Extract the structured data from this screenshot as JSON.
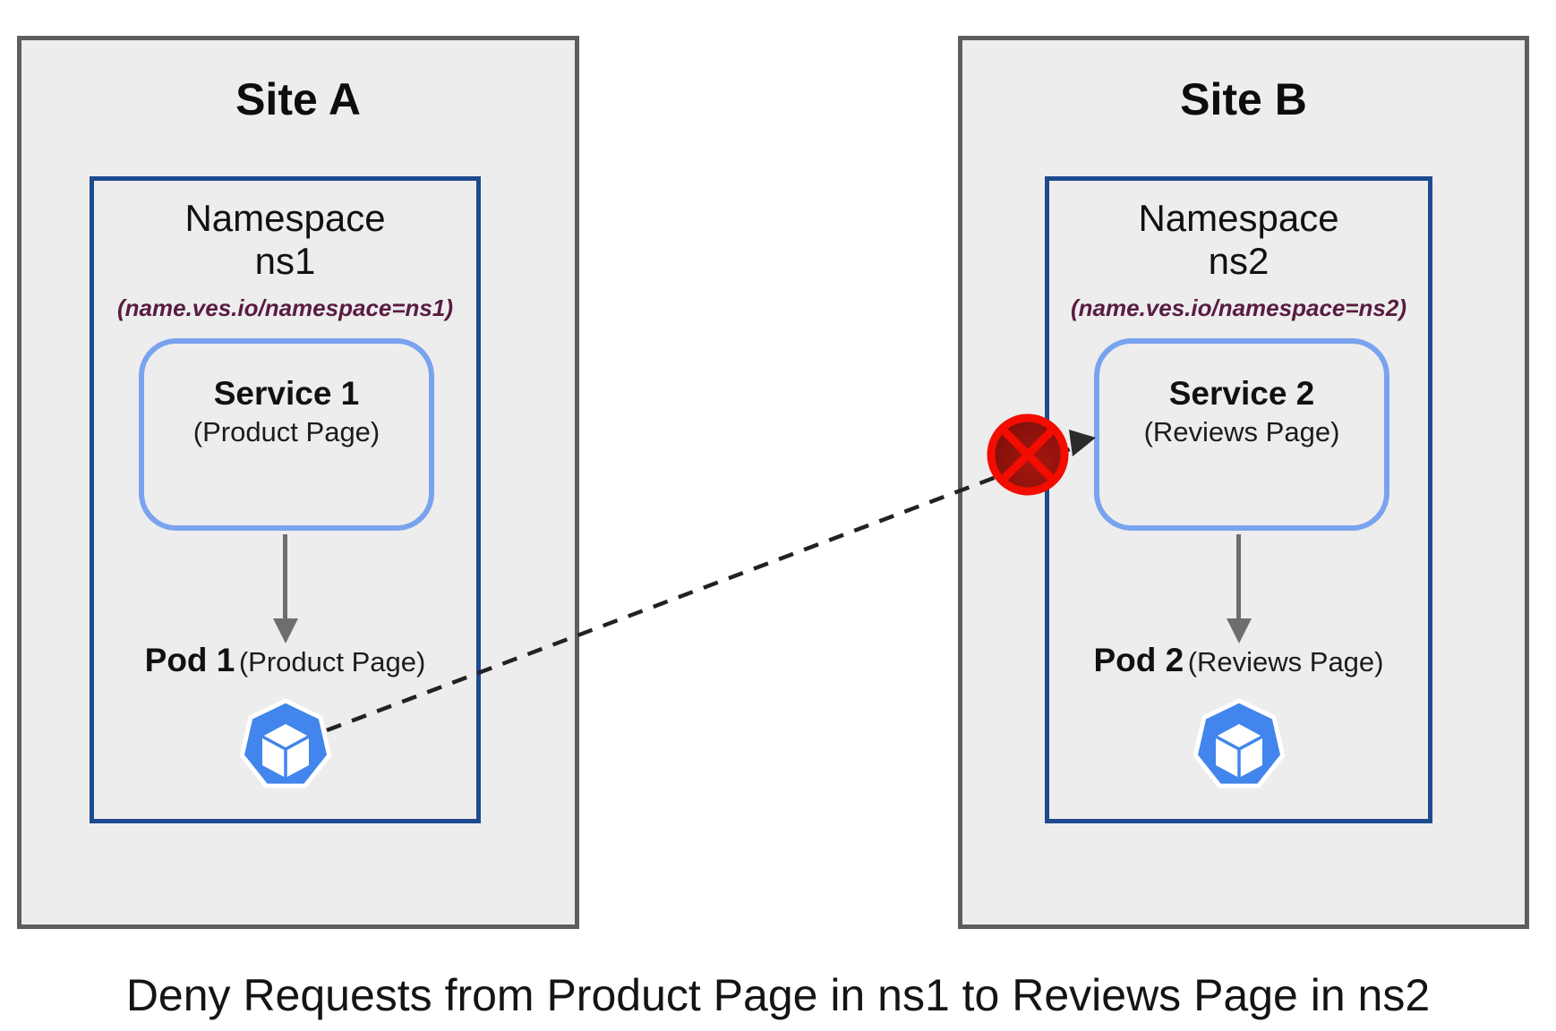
{
  "diagram": {
    "caption": "Deny Requests from Product Page in ns1 to Reviews Page in ns2",
    "sites": [
      {
        "title": "Site A",
        "namespace": {
          "name": "Namespace",
          "id": "ns1",
          "label": "(name.ves.io/namespace=ns1)"
        },
        "service": {
          "name": "Service 1",
          "subtitle": "(Product Page)"
        },
        "pod": {
          "name": "Pod 1",
          "subtitle": "(Product Page)"
        }
      },
      {
        "title": "Site B",
        "namespace": {
          "name": "Namespace",
          "id": "ns2",
          "label": "(name.ves.io/namespace=ns2)"
        },
        "service": {
          "name": "Service 2",
          "subtitle": "(Reviews Page)"
        },
        "pod": {
          "name": "Pod 2",
          "subtitle": "(Reviews Page)"
        }
      }
    ],
    "connection": {
      "style": "dashed-arrow",
      "status": "denied"
    },
    "colors": {
      "site_fill": "#ededed",
      "site_border": "#5e5e5e",
      "namespace_border": "#1e4b8f",
      "service_border": "#79a3ee",
      "pod_blue": "#4285ec",
      "deny_red": "#f20d00",
      "label_maroon": "#591c40",
      "arrow_gray": "#6e6e6e",
      "line_black": "#222222"
    }
  }
}
